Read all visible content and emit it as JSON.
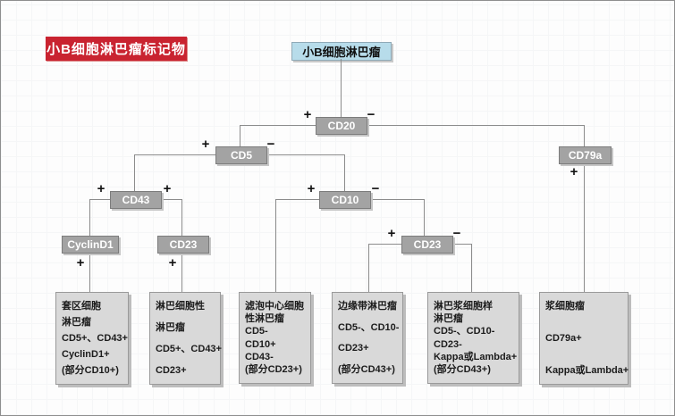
{
  "header": {
    "title": "小B细胞淋巴瘤标记物"
  },
  "root": {
    "label": "小B细胞淋巴瘤"
  },
  "tree": {
    "nodes": {
      "cd20": {
        "label": "CD20",
        "left_sign": "+",
        "right_sign": "−"
      },
      "cd5": {
        "label": "CD5",
        "left_sign": "+",
        "right_sign": "−"
      },
      "cd43": {
        "label": "CD43",
        "left_sign": "+",
        "right_sign": "+"
      },
      "cd10": {
        "label": "CD10",
        "left_sign": "+",
        "right_sign": "−"
      },
      "cyclind1": {
        "label": "CyclinD1",
        "below_sign": "+"
      },
      "cd23_left": {
        "label": "CD23",
        "below_sign": "+"
      },
      "cd23_mid": {
        "label": "CD23",
        "left_sign": "+",
        "right_sign": "−"
      },
      "cd79a": {
        "label": "CD79a",
        "below_sign": "+"
      }
    }
  },
  "outcomes": [
    {
      "name": "mantle-cell-lymphoma",
      "lines": [
        "套区细胞",
        "淋巴瘤",
        "CD5+、CD43+",
        "CyclinD1+",
        "(部分CD10+)"
      ]
    },
    {
      "name": "lymphocytic-lymphoma",
      "lines": [
        "淋巴细胞性",
        "淋巴瘤",
        "CD5+、CD43+",
        "CD23+"
      ]
    },
    {
      "name": "follicular-center-lymphoma",
      "lines": [
        "滤泡中心细胞",
        "性淋巴瘤",
        "CD5-",
        "CD10+",
        "CD43-",
        "(部分CD23+)"
      ]
    },
    {
      "name": "marginal-zone-lymphoma",
      "lines": [
        "边缘带淋巴瘤",
        "CD5-、CD10-",
        "CD23+",
        "(部分CD43+)"
      ]
    },
    {
      "name": "lymphoplasmacytoid-lymphoma",
      "lines": [
        "淋巴浆细胞样",
        "淋巴瘤",
        "CD5-、CD10-",
        "CD23-",
        "Kappa或Lambda+",
        "(部分CD43+)"
      ]
    },
    {
      "name": "plasmacytoma",
      "lines": [
        "浆细胞瘤",
        "CD79a+",
        "Kappa或Lambda+"
      ]
    }
  ],
  "colors": {
    "title_bg": "#c92330",
    "root_bg": "#b7dcea",
    "node_bg": "#a3a3a3",
    "outcome_bg": "#d9d9d9",
    "line": "#8c8c8c"
  }
}
